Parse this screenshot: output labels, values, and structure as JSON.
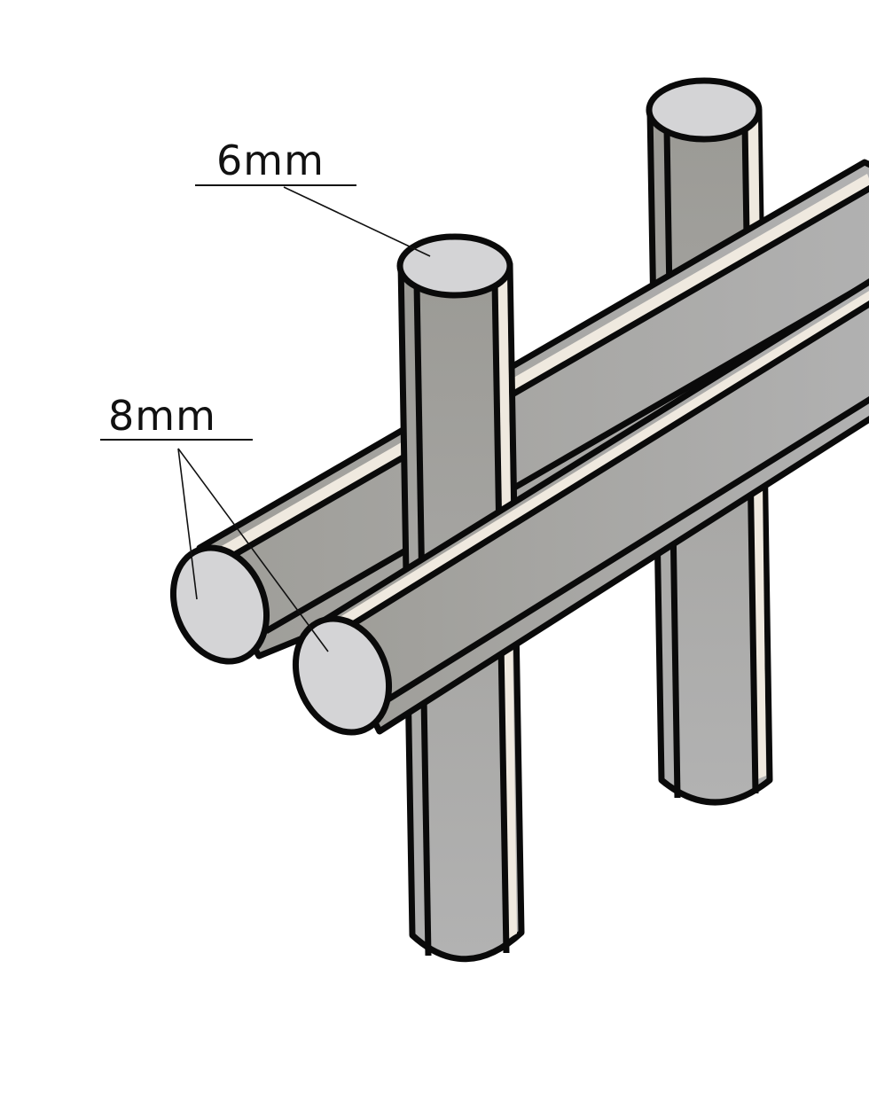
{
  "diagram": {
    "type": "rebar-mesh-junction-isometric",
    "annotations": [
      {
        "id": "vertical-rod-diameter",
        "text": "6mm",
        "points_to": "top face of front vertical rod"
      },
      {
        "id": "horizontal-rod-diameter",
        "text": "8mm",
        "points_to": "end faces of both horizontal rods"
      }
    ],
    "components": [
      {
        "name": "vertical-rod-front",
        "diameter_label": "6mm",
        "orientation": "vertical"
      },
      {
        "name": "vertical-rod-back",
        "diameter_label": "6mm",
        "orientation": "vertical"
      },
      {
        "name": "horizontal-rod-back",
        "diameter_label": "8mm",
        "orientation": "diagonal"
      },
      {
        "name": "horizontal-rod-front",
        "diameter_label": "8mm",
        "orientation": "diagonal"
      }
    ],
    "colors": {
      "outline": "#0a0a0a",
      "end_face": "#d4d4d6",
      "body_dark": "#9d9c98",
      "body_mid": "#a9a9a9",
      "body_light": "#b0b0b0",
      "highlight_stripe": "#efe9df",
      "background": "#ffffff"
    }
  },
  "labels": {
    "six_mm": "6mm",
    "eight_mm": "8mm"
  }
}
